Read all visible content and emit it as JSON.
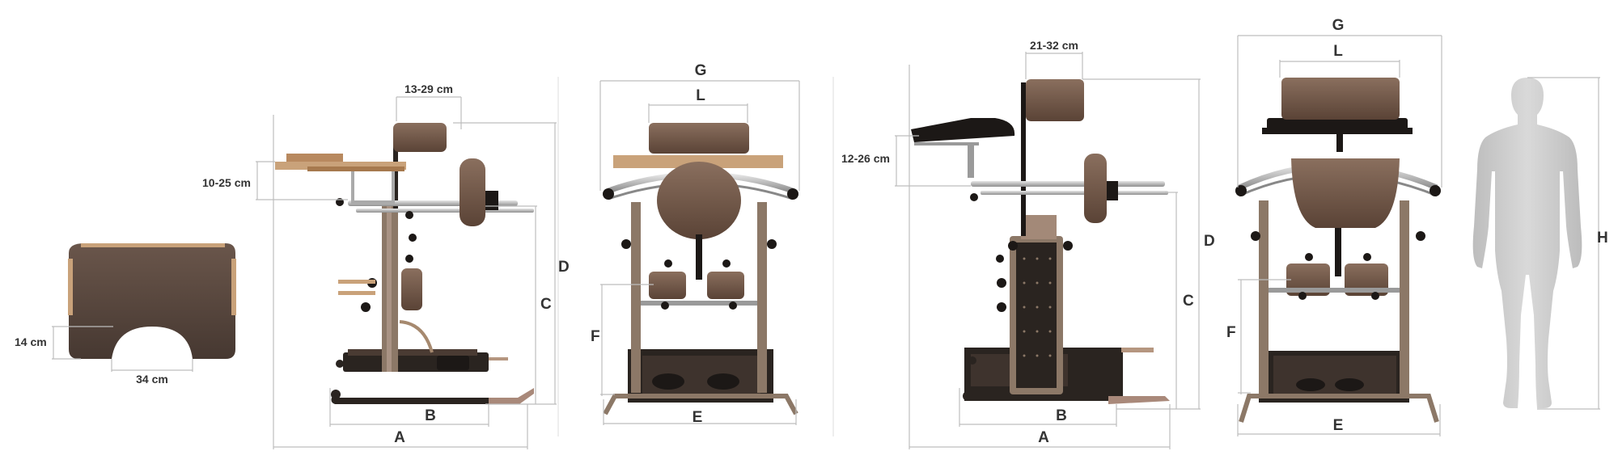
{
  "colors": {
    "frame": "#8c7867",
    "frame_dark": "#5e4c40",
    "chrome": "#b9b9b9",
    "pad": "#6e5647",
    "base": "#2a2420",
    "tray_wood": "#c9a27a",
    "dim_line": "#bdbdbd",
    "label": "#333333",
    "human": "#cfcfcf"
  },
  "tray_detail": {
    "width_cutout_label": "34 cm",
    "depth_cutout_label": "14 cm"
  },
  "side_view_small": {
    "headrest_range_label": "13-29 cm",
    "tray_height_range_label": "10-25 cm",
    "dim_a": "A",
    "dim_b": "B",
    "dim_c": "C",
    "dim_d": "D"
  },
  "front_view_small": {
    "dim_g": "G",
    "dim_l": "L",
    "dim_f": "F",
    "dim_e": "E"
  },
  "side_view_large": {
    "headrest_range_label": "21-32 cm",
    "tray_height_range_label": "12-26 cm",
    "dim_a": "A",
    "dim_b": "B",
    "dim_c": "C",
    "dim_d": "D"
  },
  "front_view_large": {
    "dim_g": "G",
    "dim_l": "L",
    "dim_f": "F",
    "dim_e": "E"
  },
  "human_silhouette": {
    "dim_h": "H"
  }
}
